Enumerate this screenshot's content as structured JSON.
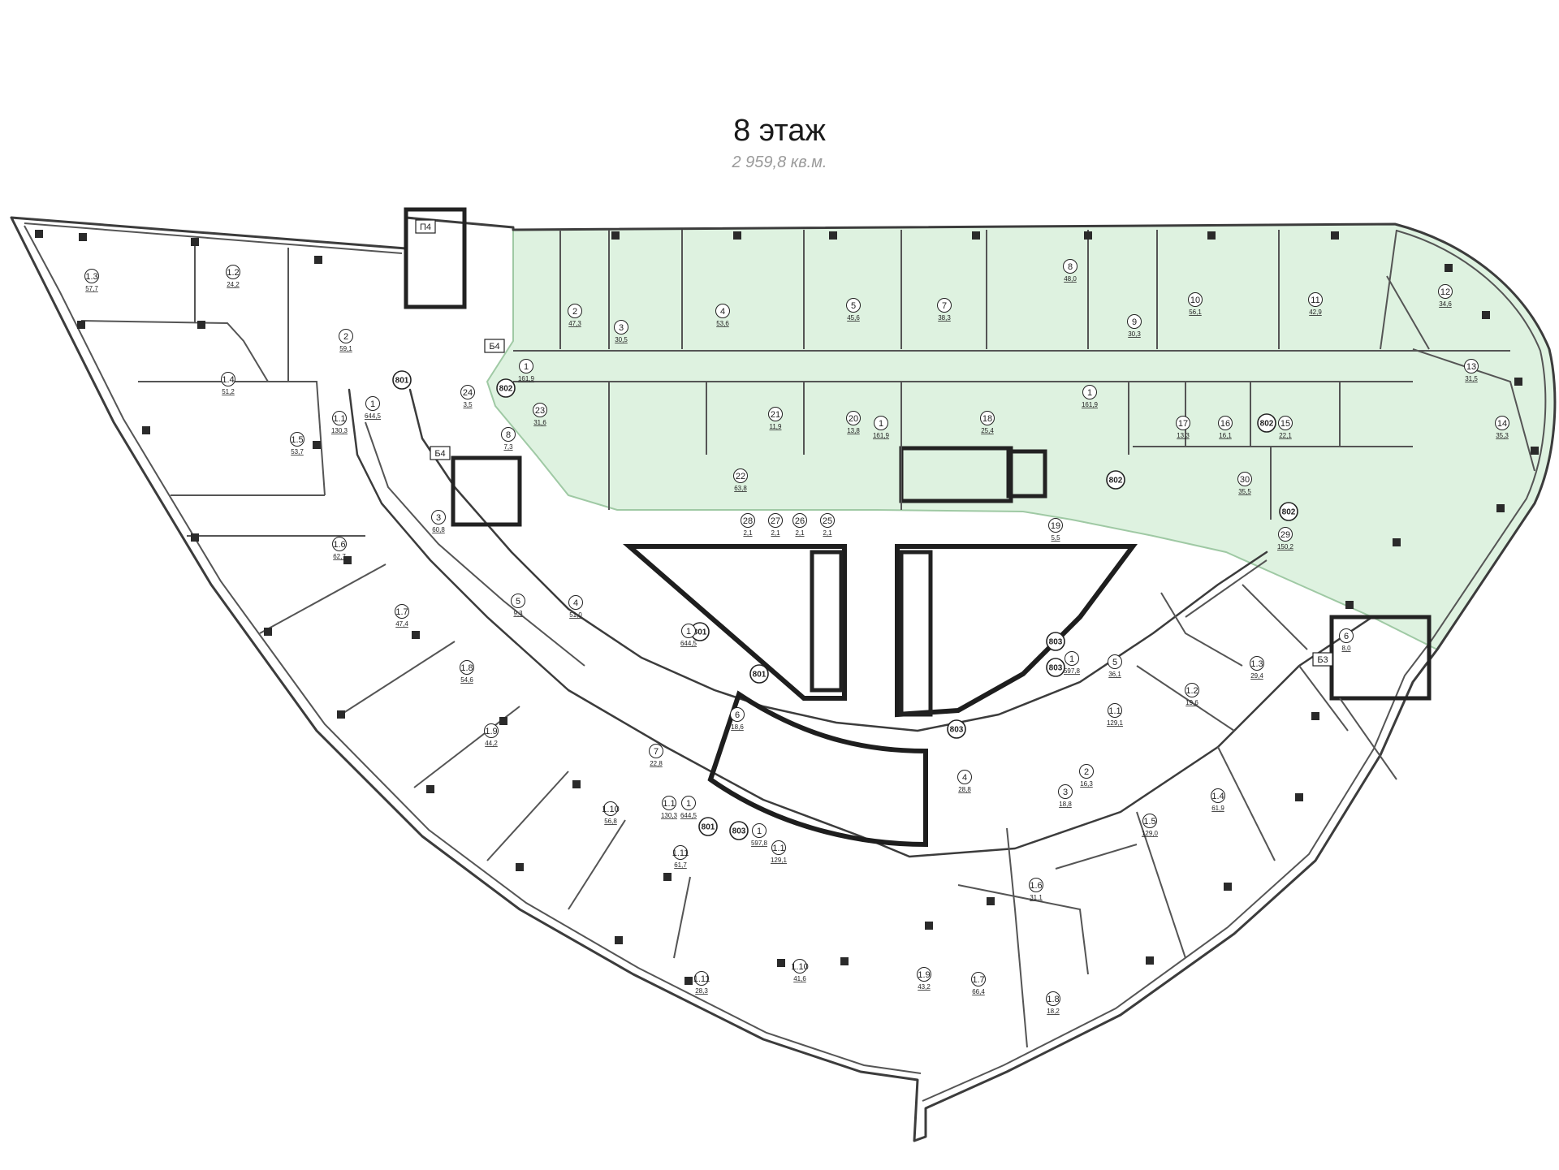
{
  "header": {
    "title": "8 этаж",
    "subtitle": "2 959,8 кв.м."
  },
  "colors": {
    "highlight_fill": "#def2e0",
    "highlight_stroke": "#9fc9a4",
    "wall": "#3c3c3c",
    "background": "#ffffff"
  },
  "stair_labels": [
    "П4",
    "Б4",
    "Б4",
    "Б3"
  ],
  "units": [
    "801",
    "801",
    "801",
    "801",
    "802",
    "802",
    "802",
    "802",
    "803",
    "803",
    "803",
    "803"
  ],
  "rooms": {
    "unit_802": [
      {
        "n": "1",
        "a": "161,9"
      },
      {
        "n": "2",
        "a": "47,3"
      },
      {
        "n": "3",
        "a": "30,5"
      },
      {
        "n": "4",
        "a": "53,6"
      },
      {
        "n": "5",
        "a": "45,6"
      },
      {
        "n": "7",
        "a": "38,3"
      },
      {
        "n": "8",
        "a": "48,0"
      },
      {
        "n": "9",
        "a": "30,3"
      },
      {
        "n": "10",
        "a": "56,1"
      },
      {
        "n": "11",
        "a": "42,9"
      },
      {
        "n": "12",
        "a": "34,6"
      },
      {
        "n": "13",
        "a": "31,5"
      },
      {
        "n": "14",
        "a": "35,3"
      },
      {
        "n": "23",
        "a": "31,6"
      },
      {
        "n": "21",
        "a": "11,9"
      },
      {
        "n": "20",
        "a": "13,8"
      },
      {
        "n": "1",
        "a": "161,9"
      },
      {
        "n": "18",
        "a": "25,4"
      },
      {
        "n": "1",
        "a": "161,9"
      },
      {
        "n": "17",
        "a": "13,3"
      },
      {
        "n": "16",
        "a": "16,1"
      },
      {
        "n": "15",
        "a": "22,1"
      },
      {
        "n": "22",
        "a": "63,8"
      },
      {
        "n": "28",
        "a": "2,1"
      },
      {
        "n": "27",
        "a": "2,1"
      },
      {
        "n": "26",
        "a": "2,1"
      },
      {
        "n": "25",
        "a": "2,1"
      },
      {
        "n": "19",
        "a": "5,5"
      },
      {
        "n": "30",
        "a": "35,5"
      },
      {
        "n": "29",
        "a": "150,2"
      },
      {
        "n": "24",
        "a": "3,5"
      },
      {
        "n": "8",
        "a": "7,3"
      }
    ],
    "unit_801": [
      {
        "n": "1.3",
        "a": "57,7"
      },
      {
        "n": "1.2",
        "a": "24,2"
      },
      {
        "n": "2",
        "a": "59,1"
      },
      {
        "n": "1.4",
        "a": "51,2"
      },
      {
        "n": "1.1",
        "a": "130,3"
      },
      {
        "n": "1",
        "a": "644,5"
      },
      {
        "n": "1.5",
        "a": "53,7"
      },
      {
        "n": "1.6",
        "a": "62,7"
      },
      {
        "n": "3",
        "a": "60,8"
      },
      {
        "n": "1.7",
        "a": "47,4"
      },
      {
        "n": "5",
        "a": "9,3"
      },
      {
        "n": "4",
        "a": "51,0"
      },
      {
        "n": "1.8",
        "a": "54,6"
      },
      {
        "n": "1",
        "a": "644,5"
      },
      {
        "n": "1.9",
        "a": "44,2"
      },
      {
        "n": "6",
        "a": "18,6"
      },
      {
        "n": "7",
        "a": "22,8"
      },
      {
        "n": "1.10",
        "a": "56,8"
      },
      {
        "n": "1.1",
        "a": "130,3"
      },
      {
        "n": "1",
        "a": "644,5"
      },
      {
        "n": "1.11",
        "a": "61,7"
      }
    ],
    "unit_803": [
      {
        "n": "1",
        "a": "597,8"
      },
      {
        "n": "5",
        "a": "36,1"
      },
      {
        "n": "1.1",
        "a": "129,1"
      },
      {
        "n": "1.3",
        "a": "29,4"
      },
      {
        "n": "1.2",
        "a": "19,6"
      },
      {
        "n": "6",
        "a": "8,0"
      },
      {
        "n": "4",
        "a": "28,8"
      },
      {
        "n": "3",
        "a": "18,8"
      },
      {
        "n": "2",
        "a": "16,3"
      },
      {
        "n": "1.4",
        "a": "61,9"
      },
      {
        "n": "1.5",
        "a": "129,0"
      },
      {
        "n": "1",
        "a": "597,8"
      },
      {
        "n": "1.1",
        "a": "129,1"
      },
      {
        "n": "1.10",
        "a": "41,6"
      },
      {
        "n": "1.11",
        "a": "28,3"
      },
      {
        "n": "1.9",
        "a": "43,2"
      },
      {
        "n": "1.6",
        "a": "31,1"
      },
      {
        "n": "1.7",
        "a": "66,4"
      },
      {
        "n": "1.8",
        "a": "18,2"
      }
    ]
  }
}
